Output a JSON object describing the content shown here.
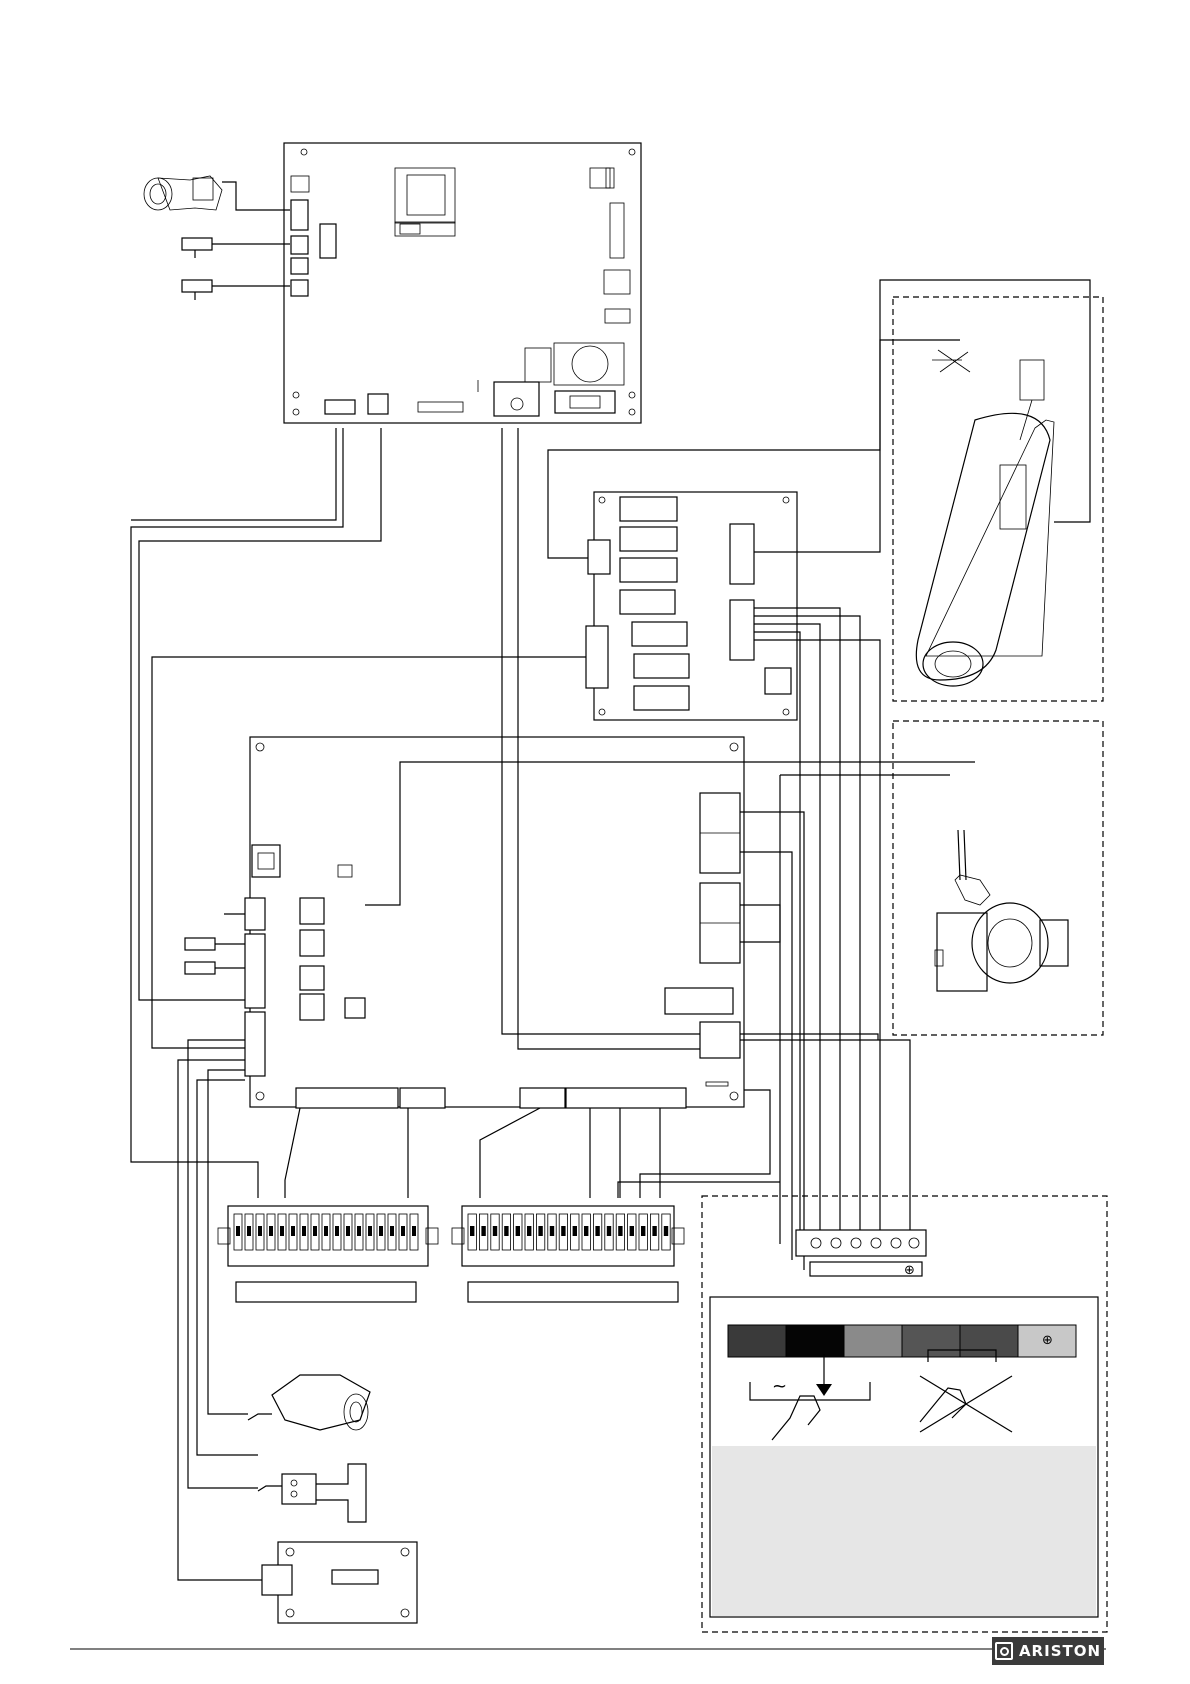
{
  "brand": {
    "logo_text": "ARISTON"
  },
  "symbols": {
    "earth": "⊕",
    "ac_supply": "~"
  },
  "wire_colors": [
    {
      "name": "brown",
      "hex": "#3a3a3a"
    },
    {
      "name": "black",
      "hex": "#050505"
    },
    {
      "name": "grey",
      "hex": "#8a8a8a"
    },
    {
      "name": "dark-grey-1",
      "hex": "#555555"
    },
    {
      "name": "dark-grey-2",
      "hex": "#4a4a4a"
    },
    {
      "name": "yellow-green-earth",
      "hex": "#c8c8c8"
    }
  ],
  "colors": {
    "line": "#000000",
    "notice_panel": "#e6e6e6",
    "logo_bg": "#3b3b3b"
  }
}
